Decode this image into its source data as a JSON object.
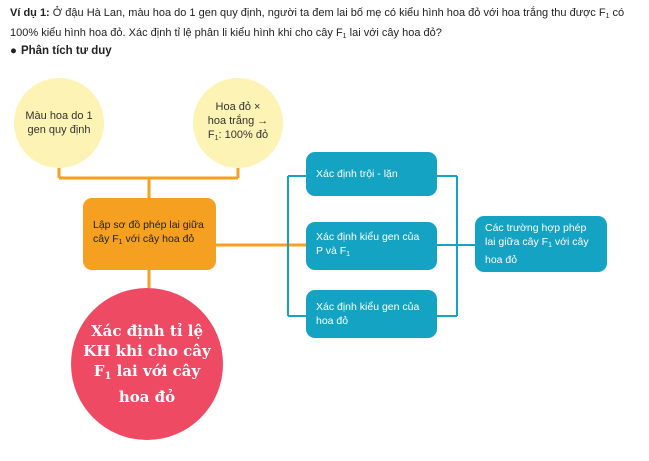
{
  "intro": {
    "label": "Ví dụ 1:",
    "line1": "Ở đậu Hà Lan, màu hoa do 1 gen quy định, người ta đem lai bố mẹ có kiểu hình hoa đỏ với hoa trắng",
    "line2_a": "thu được F",
    "line2_sub": "1",
    "line2_b": " có 100% kiểu hình hoa đỏ. Xác định tỉ lệ phân li kiểu hình khi cho cây F",
    "line2_sub2": "1",
    "line2_c": " lai với cây hoa đỏ?"
  },
  "heading": {
    "bullet": "●",
    "text": "Phân tích tư duy"
  },
  "nodes": {
    "gene": "Màu hoa do 1 gen quy định",
    "cross_l1": "Hoa đỏ ×",
    "cross_l2": "hoa trắng →",
    "cross_l3a": "F",
    "cross_l3sub": "1",
    "cross_l3b": ": 100% đỏ",
    "diagram_a": "Lập sơ đồ phép lai giữa cây F",
    "diagram_sub": "1",
    "diagram_b": " với cây hoa đỏ",
    "dominant": "Xác định trội - lặn",
    "genotype_p_a": "Xác định kiểu gen của P và F",
    "genotype_p_sub": "1",
    "genotype_red": "Xác định kiểu gen của hoa đỏ",
    "cases_a": "Các trường hợp phép lai giữa cây F",
    "cases_sub": "1",
    "cases_b": " với cây hoa đỏ",
    "goal_a": "Xác định tỉ lệ KH khi cho cây F",
    "goal_sub": "1",
    "goal_b": " lai với cây hoa đỏ"
  },
  "colors": {
    "yellow": "#fdf3b4",
    "orange": "#f5a020",
    "teal": "#14a3c2",
    "red": "#ef4a63",
    "line_orange": "#f5a020",
    "line_teal": "#14a3c2"
  }
}
